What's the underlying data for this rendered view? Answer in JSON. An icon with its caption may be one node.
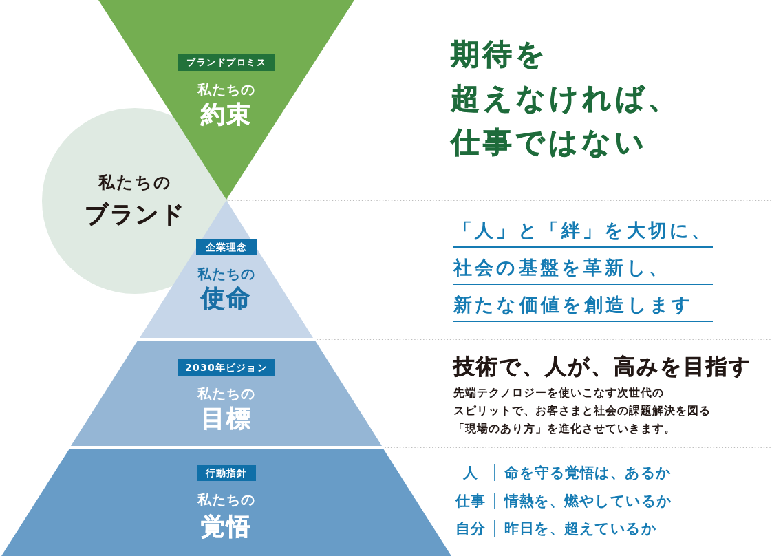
{
  "diagram": {
    "nodes": [
      {
        "text": [
          "私たちの",
          "約束"
        ]
      },
      {
        "text": [
          "ブランドプロミス"
        ],
        "in": 0
      },
      {
        "text": [
          "私たちの",
          "ブランド"
        ]
      },
      {
        "text": [
          "私たちの",
          "使命"
        ]
      },
      {
        "text": [
          "企業理念"
        ],
        "in": 3
      },
      {
        "text": [
          "私たちの",
          "目標"
        ]
      },
      {
        "text": [
          "2030年ビジョン"
        ],
        "in": 5
      },
      {
        "text": [
          "私たちの",
          "覚悟"
        ]
      },
      {
        "text": [
          "行動指針"
        ],
        "in": 7
      }
    ],
    "labels": [
      "期待を超えなければ、仕事ではない",
      "「人」と「絆」を大切に、社会の基盤を革新し、新たな価値を創造します",
      "技術で、人が、高みを目指す",
      "先端テクノロジーを使いこなす次世代のスピリットで、お客さまと社会の課題解決を図る「現場のあり方」を進化させていきます。",
      "人",
      "命を守る覚悟は、あるか",
      "仕事",
      "情熱を、燃やしているか",
      "自分",
      "昨日を、超えているか"
    ]
  }
}
